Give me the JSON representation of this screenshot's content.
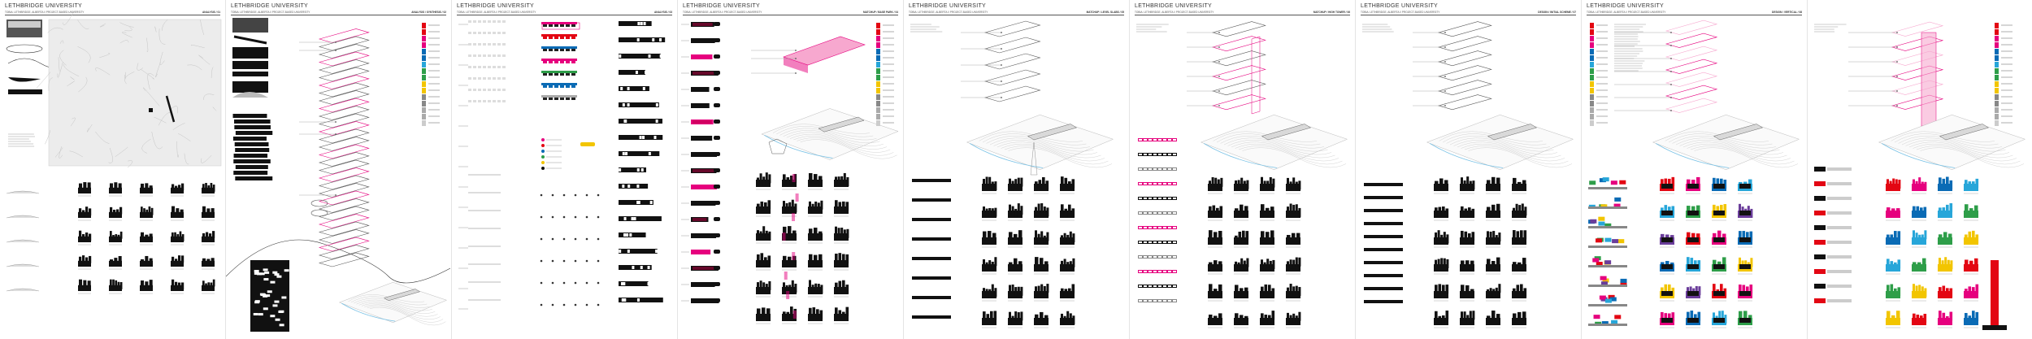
{
  "title": "LETHBRIDGE UNIVERSITY",
  "subtitle": "TOBIA: LETHBRIDGE, ALBERTA // PROJECT-BASED UNIVERSITY",
  "colors": {
    "magenta": "#e6007e",
    "pink": "#f7a8cf",
    "red": "#e30613",
    "blue": "#0a6bb5",
    "cyan": "#27a6d9",
    "green": "#2e9e49",
    "yellow": "#f2c500",
    "purple": "#6a3d9a",
    "black": "#111111"
  },
  "panels": [
    {
      "title": "LETHBRIDGE UNIVERSITY",
      "number": "ANALYSIS / 01",
      "kind": "site"
    },
    {
      "title": "LETHBRIDGE UNIVERSITY",
      "number": "ANALYSIS / SYNTHESIS / 02",
      "kind": "tower"
    },
    {
      "title": "LETHBRIDGE UNIVERSITY",
      "number": "ANALYSIS / 03",
      "kind": "programs"
    },
    {
      "title": "LETHBRIDGE UNIVERSITY",
      "number": "MATCHUP / BASE PARK / 04",
      "kind": "matchup1"
    },
    {
      "title": "LETHBRIDGE UNIVERSITY",
      "number": "MATCHUP / LEVEL SLABS / 05",
      "kind": "matchup2"
    },
    {
      "title": "LETHBRIDGE UNIVERSITY",
      "number": "MATCHUP / HIGH TOWER / 06",
      "kind": "matchup3"
    },
    {
      "title": "LETHBRIDGE UNIVERSITY",
      "number": "DESIGN / INITIAL SCHEME / 07",
      "kind": "design1"
    },
    {
      "title": "LETHBRIDGE UNIVERSITY",
      "number": "DESIGN / VERTICAL / 08",
      "kind": "design2"
    }
  ]
}
